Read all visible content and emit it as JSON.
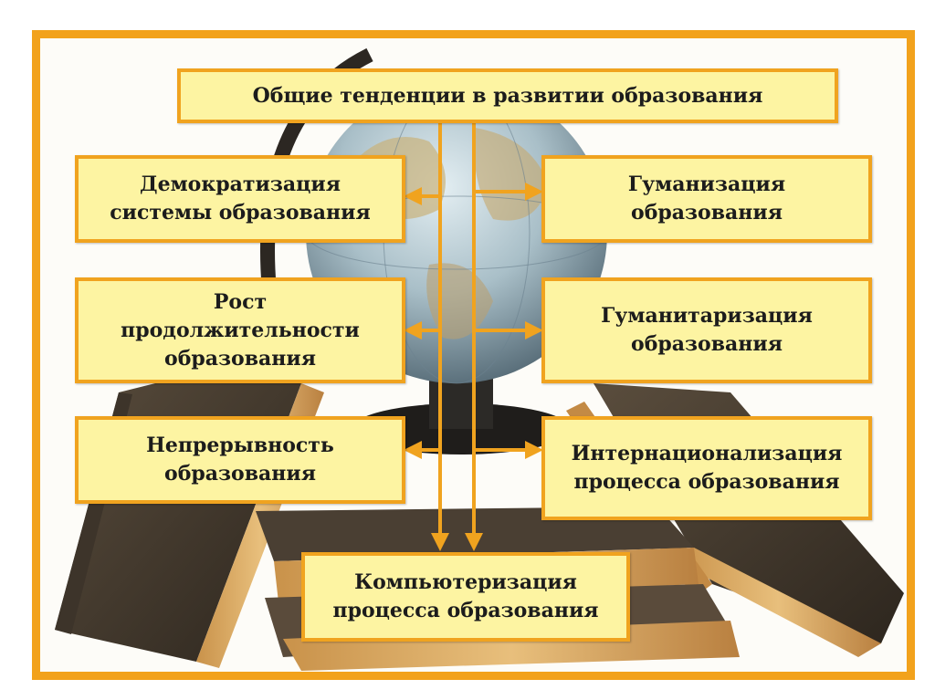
{
  "title": "Общие тенденции в развитии образования",
  "trends": {
    "democratization": "Демократизация\nсистемы образования",
    "humanization": "Гуманизация\nобразования",
    "duration": "Рост\nпродолжительности\nобразования",
    "humanitarization": "Гуманитаризация\nобразования",
    "continuity": "Непрерывность\nобразования",
    "internationalization": "Интернационализация\nпроцесса образования",
    "computerization": "Компьютеризация\nпроцесса образования"
  },
  "colors": {
    "frame": "#f2a21c",
    "box_fill": "#fdf4a2",
    "box_border": "#f0a31f",
    "connector": "#f0a31f"
  },
  "icons": [
    "globe-illustration",
    "books-illustration"
  ]
}
